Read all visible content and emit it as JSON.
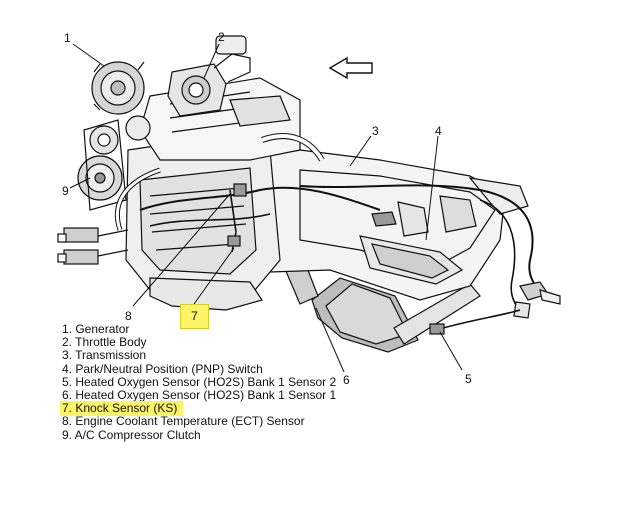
{
  "diagram": {
    "callouts": [
      "1",
      "2",
      "3",
      "4",
      "5",
      "6",
      "7",
      "8",
      "9"
    ],
    "legend": [
      "1. Generator",
      "2. Throttle Body",
      "3. Transmission",
      "4. Park/Neutral Position (PNP) Switch",
      "5. Heated Oxygen Sensor (HO2S) Bank 1 Sensor 2",
      "6. Heated Oxygen Sensor (HO2S) Bank 1 Sensor 1",
      "7. Knock Sensor (KS)",
      "8. Engine Coolant Temperature (ECT) Sensor",
      "9. A/C Compressor Clutch"
    ],
    "highlighted_index": 6,
    "colors": {
      "highlight": "#fbf465",
      "line": "#111111",
      "fill": "#ffffff",
      "shade": "#9a9a9a"
    }
  }
}
